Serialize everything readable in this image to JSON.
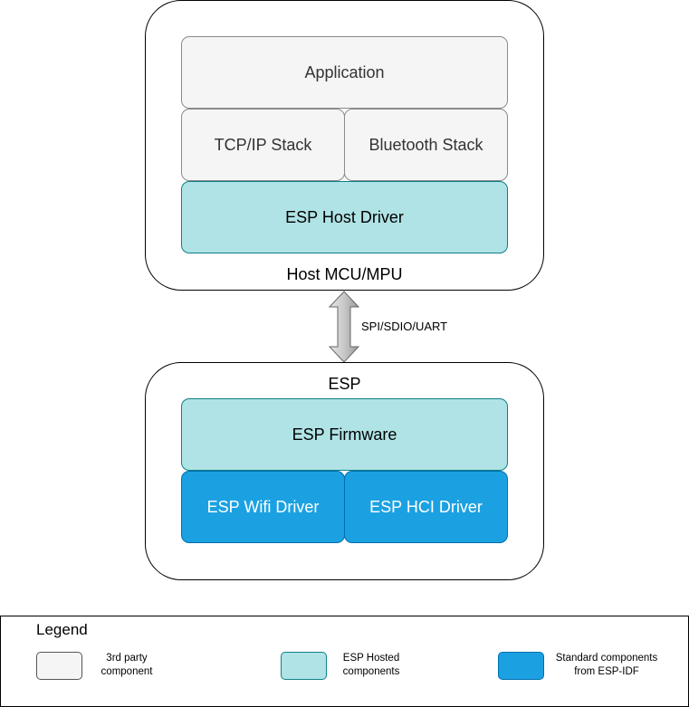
{
  "host": {
    "label": "Host MCU/MPU",
    "application": "Application",
    "tcpip": "TCP/IP Stack",
    "bluetooth": "Bluetooth Stack",
    "host_driver": "ESP Host Driver"
  },
  "link": {
    "label": "SPI/SDIO/UART"
  },
  "esp": {
    "label": "ESP",
    "firmware": "ESP Firmware",
    "wifi_driver": "ESP Wifi Driver",
    "hci_driver": "ESP HCI Driver"
  },
  "legend": {
    "title": "Legend",
    "third_party": "3rd party\ncomponent",
    "hosted": "ESP Hosted\ncomponents",
    "standard": "Standard components\nfrom ESP-IDF"
  },
  "colors": {
    "third_party_fill": "#f5f5f5",
    "hosted_fill": "#b0e3e6",
    "standard_fill": "#1ba1e2"
  }
}
